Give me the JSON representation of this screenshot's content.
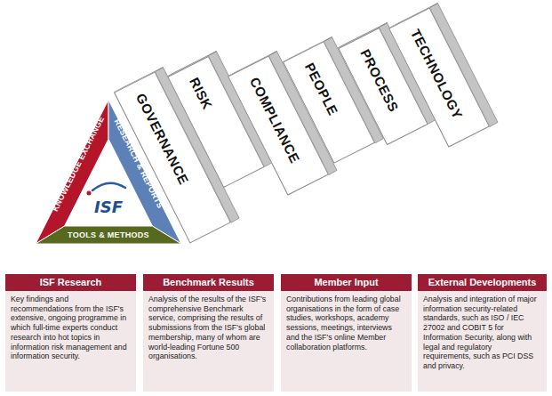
{
  "diagram": {
    "nodes": [
      {
        "text": [
          "KNOWLEDGE EXCHANGE"
        ]
      },
      {
        "text": [
          "RESEARCH & REPORTS"
        ]
      },
      {
        "text": [
          "TOOLS & METHODS"
        ]
      },
      {
        "text": [
          "GOVERNANCE"
        ]
      },
      {
        "text": [
          "RISK"
        ]
      },
      {
        "text": [
          "COMPLIANCE"
        ]
      },
      {
        "text": [
          "PEOPLE"
        ]
      },
      {
        "text": [
          "PROCESS"
        ]
      },
      {
        "text": [
          "TECHNOLOGY"
        ]
      },
      {
        "text": [
          "ISF Research",
          "Key findings and recommendations from the ISF's extensive, ongoing programme in which full-time experts conduct research into hot topics in information risk management and information security."
        ]
      },
      {
        "text": [
          "Benchmark Results",
          "Analysis of the results of the ISF's comprehensive Benchmark service, comprising the results of submissions from the ISF's global membership, many of whom are world-leading Fortune 500 organisations."
        ]
      },
      {
        "text": [
          "Member Input",
          "Contributions from leading global organisations in the form of case studies, workshops, academy sessions, meetings, interviews and the ISF's online Member collaboration platforms."
        ]
      },
      {
        "text": [
          "External Developments",
          "Analysis and integration of major information security-related standards, such as ISO / IEC 27002 and COBIT 5 for Information Security, along with legal and regulatory requirements, such as PCI DSS and privacy."
        ]
      }
    ],
    "labels": [
      "ISF"
    ]
  }
}
